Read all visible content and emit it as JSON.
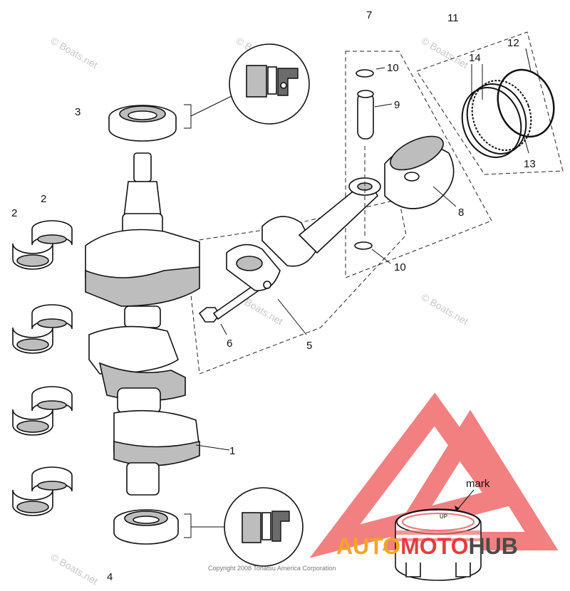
{
  "callouts": {
    "n1": "1",
    "n2a": "2",
    "n2b": "2",
    "n3": "3",
    "n4": "4",
    "n5": "5",
    "n6": "6",
    "n7": "7",
    "n8": "8",
    "n9": "9",
    "n10a": "10",
    "n10b": "10",
    "n11": "11",
    "n12": "12",
    "n13": "13",
    "n14": "14"
  },
  "piston_mark_label": "mark",
  "piston_top_text": "UP",
  "watermark": "© Boats.net",
  "copyright": "Copyright 2008 Tohatsu America Corporation",
  "brand": {
    "part1": "AUTO",
    "part2": "MOTO",
    "part3": "HUB"
  },
  "colors": {
    "brand_orange": "#f2a623",
    "brand_red": "#e63c3c",
    "brand_grey": "#4a4a4a",
    "logo_red": "#f06b6b"
  }
}
